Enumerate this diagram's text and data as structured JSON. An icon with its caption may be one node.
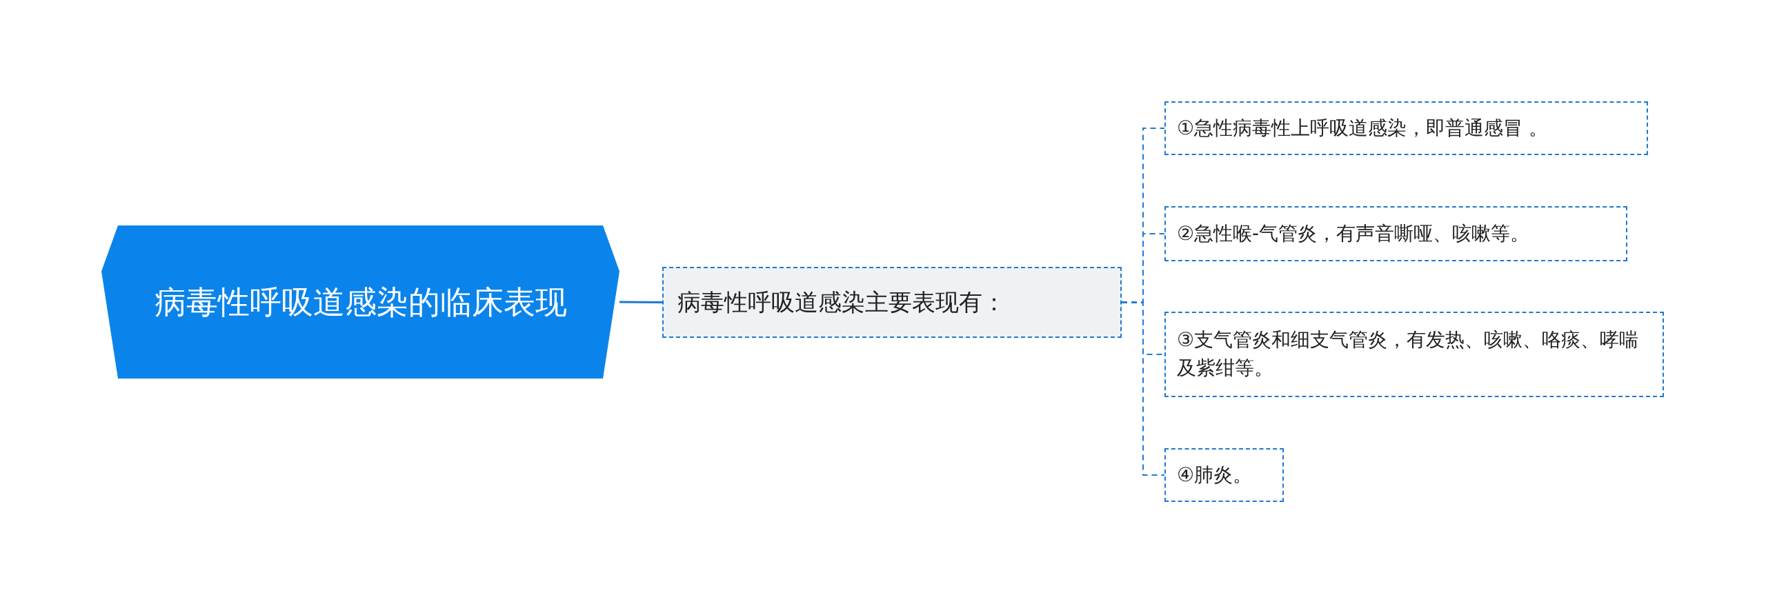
{
  "diagram": {
    "nodes": [
      {
        "text": [
          "病毒性呼吸道感染的临床表现"
        ]
      },
      {
        "text": [
          "病毒性呼吸道感染主要表现有："
        ]
      },
      {
        "text": [
          "①急性病毒性上呼吸道感染，即普通感冒 。"
        ]
      },
      {
        "text": [
          "②急性喉-气管炎，有声音嘶哑、咳嗽等。"
        ]
      },
      {
        "text": [
          "③支气管炎和细支气管炎，有发热、咳嗽、咯痰、哮喘及紫绀等。"
        ]
      },
      {
        "text": [
          "④肺炎。"
        ]
      }
    ],
    "edges": [
      {
        "from": 0,
        "to": 1,
        "arrow": "none"
      },
      {
        "from": 1,
        "to": 2,
        "arrow": "none",
        "style": "dashed"
      },
      {
        "from": 1,
        "to": 3,
        "arrow": "none",
        "style": "dashed"
      },
      {
        "from": 1,
        "to": 4,
        "arrow": "none",
        "style": "dashed"
      },
      {
        "from": 1,
        "to": 5,
        "arrow": "none",
        "style": "dashed"
      }
    ]
  }
}
